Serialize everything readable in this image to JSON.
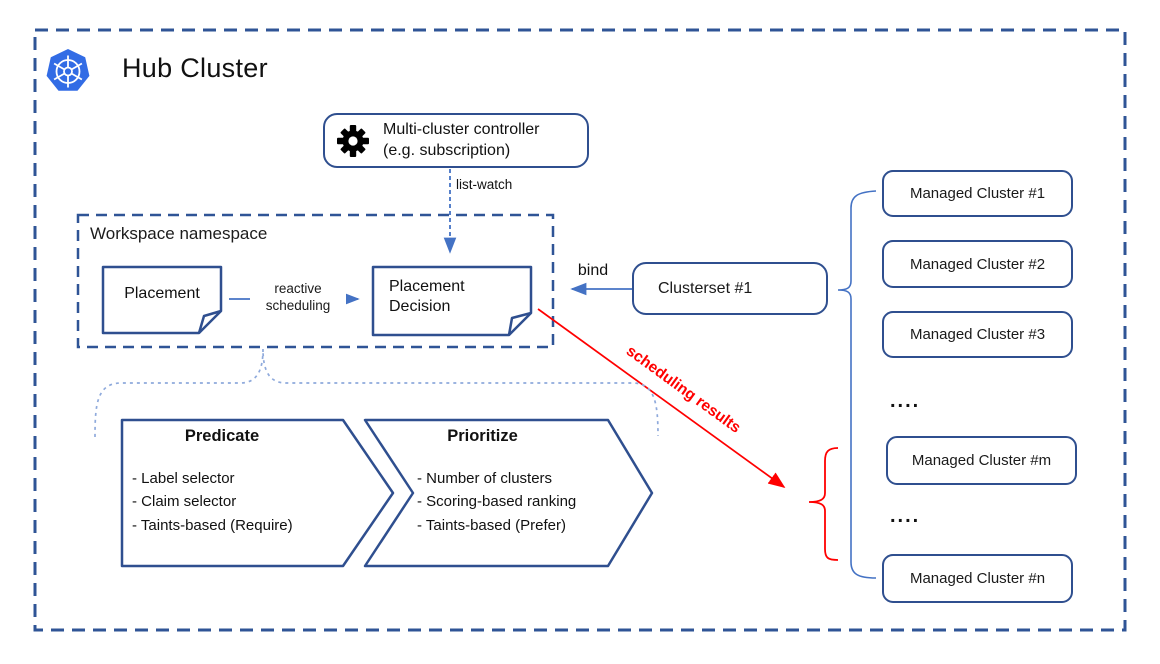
{
  "title": "Hub Cluster",
  "colors": {
    "border_blue": "#2F4F8F",
    "dashed_blue": "#2F5496",
    "arrow_blue": "#4472C4",
    "brace_light": "#8FAADC",
    "red": "#FF0000",
    "k8s_blue": "#326CE5",
    "text": "#1A1A1A"
  },
  "icons": {
    "kubernetes_logo": "kubernetes-logo",
    "gear": "gear-icon"
  },
  "controller": {
    "label_line1": "Multi-cluster controller",
    "label_line2": "(e.g. subscription)"
  },
  "labels": {
    "list_watch": "list-watch",
    "reactive_line1": "reactive",
    "reactive_line2": "scheduling",
    "bind": "bind",
    "scheduling_results": "scheduling results"
  },
  "workspace": {
    "title": "Workspace namespace",
    "placement": "Placement",
    "placement_decision_line1": "Placement",
    "placement_decision_line2": "Decision"
  },
  "clusterset": {
    "label": "Clusterset #1"
  },
  "managed_clusters": [
    "Managed Cluster #1",
    "Managed Cluster #2",
    "Managed Cluster #3",
    "....",
    "Managed Cluster #m",
    "....",
    "Managed Cluster #n"
  ],
  "predicate": {
    "title": "Predicate",
    "items": [
      "- Label selector",
      "- Claim selector",
      "- Taints-based (Require)"
    ]
  },
  "prioritize": {
    "title": "Prioritize",
    "items": [
      "- Number of clusters",
      "- Scoring-based ranking",
      "- Taints-based (Prefer)"
    ]
  }
}
